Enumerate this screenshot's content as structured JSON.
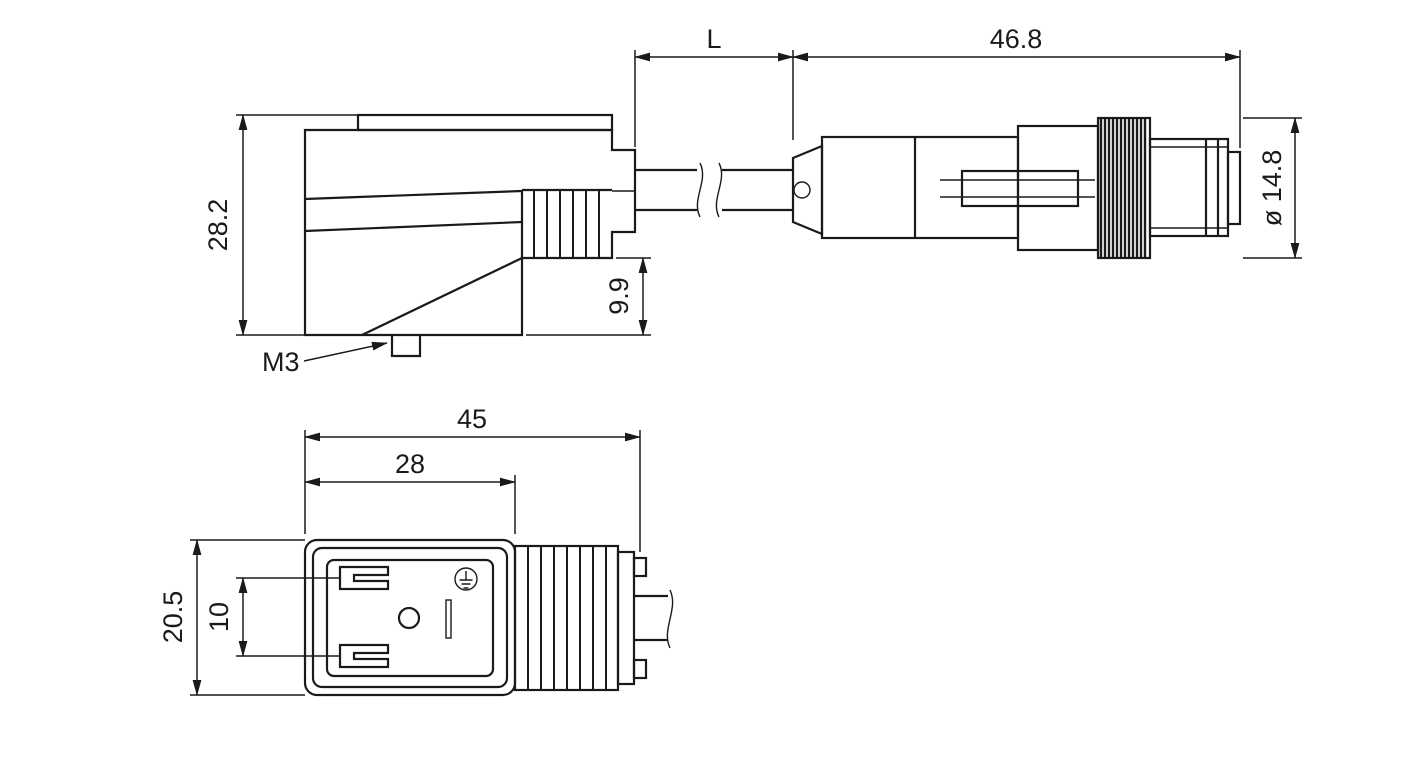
{
  "drawing": {
    "background": "#ffffff",
    "line_color": "#1a1a1a",
    "labels": {
      "side_view": {
        "height": "28.2",
        "outlet_height": "9.9",
        "screw_thread": "M3"
      },
      "cable": {
        "length": "L"
      },
      "m12_plug": {
        "length": "46.8",
        "diameter": "ø 14.8"
      },
      "front_view": {
        "width": "45",
        "contact_face_width": "28",
        "height": "20.5",
        "contact_spacing": "10"
      }
    }
  }
}
